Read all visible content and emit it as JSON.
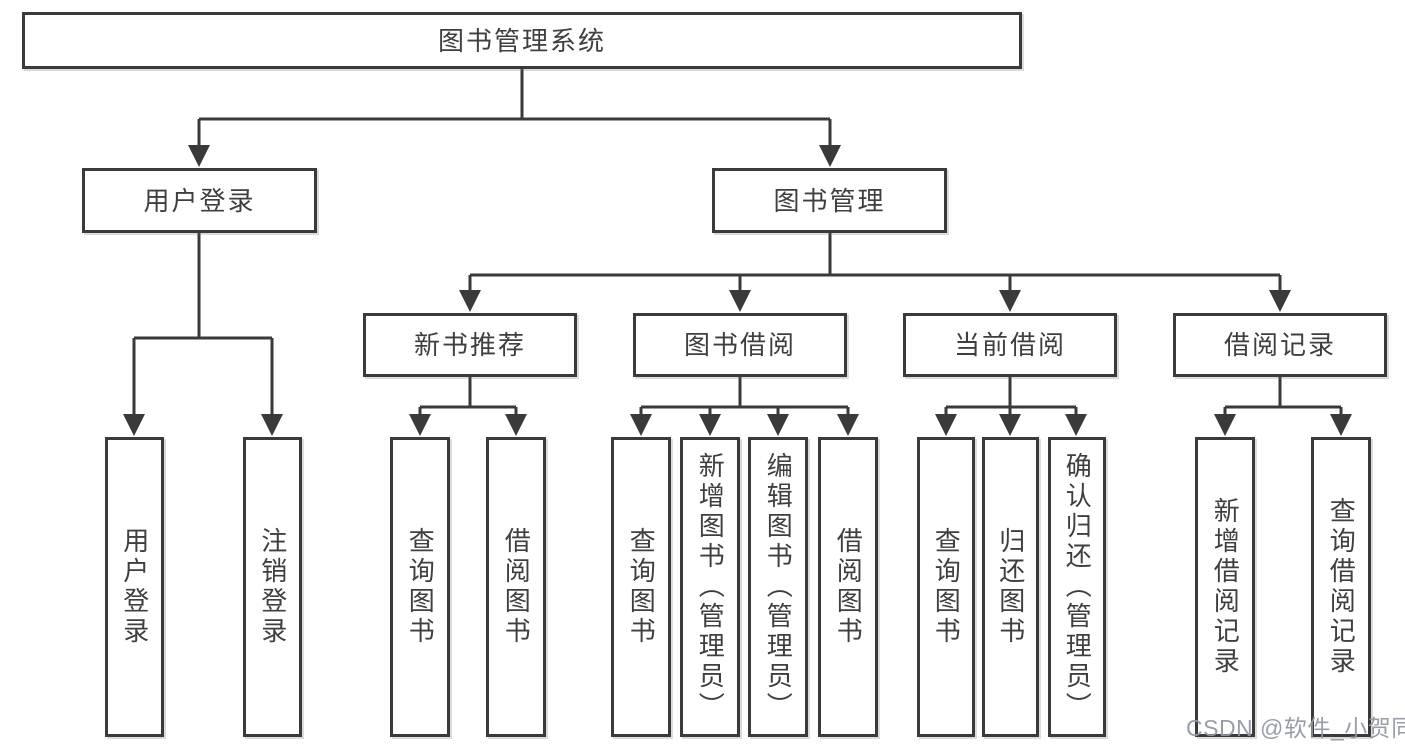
{
  "diagram": {
    "type": "hierarchy-tree",
    "root": {
      "label": "图书管理系统"
    },
    "level2": [
      {
        "label": "用户登录",
        "children": [
          {
            "label": "用户登录"
          },
          {
            "label": "注销登录"
          }
        ]
      },
      {
        "label": "图书管理",
        "children": [
          {
            "label": "新书推荐",
            "children": [
              {
                "label": "查询图书"
              },
              {
                "label": "借阅图书"
              }
            ]
          },
          {
            "label": "图书借阅",
            "children": [
              {
                "label": "查询图书"
              },
              {
                "label": "新增图书（管理员）"
              },
              {
                "label": "编辑图书（管理员）"
              },
              {
                "label": "借阅图书"
              }
            ]
          },
          {
            "label": "当前借阅",
            "children": [
              {
                "label": "查询图书"
              },
              {
                "label": "归还图书"
              },
              {
                "label": "确认归还（管理员）"
              }
            ]
          },
          {
            "label": "借阅记录",
            "children": [
              {
                "label": "新增借阅记录"
              },
              {
                "label": "查询借阅记录"
              }
            ]
          }
        ]
      }
    ]
  },
  "watermark": {
    "text": "CSDN @软件_小贺同学"
  },
  "colors": {
    "line": "#3a3a3a",
    "border": "#3a3a3a",
    "text": "#3f3f3f",
    "watermark": "#9498a3",
    "background": "#ffffff"
  }
}
